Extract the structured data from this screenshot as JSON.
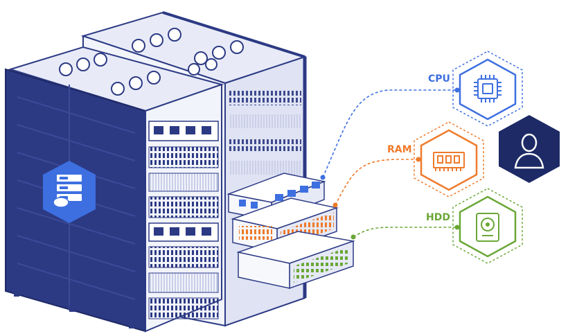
{
  "colors": {
    "navy": "#2c3a84",
    "navy_dark": "#1f2a66",
    "rack_face": "#f2f4fb",
    "rack_line": "#2c3a84",
    "cpu": "#3d6fe0",
    "ram": "#ef7a2a",
    "hdd": "#6aa737",
    "user_bg": "#1d2a66",
    "badge": "#3d6fe0"
  },
  "icons": {
    "server_badge": "server-cloud-icon",
    "cpu": "cpu-chip-icon",
    "ram": "memory-module-icon",
    "hdd": "hard-drive-icon",
    "user": "user-icon"
  },
  "resources": [
    {
      "key": "cpu",
      "label": "CPU"
    },
    {
      "key": "ram",
      "label": "RAM"
    },
    {
      "key": "hdd",
      "label": "HDD"
    }
  ]
}
